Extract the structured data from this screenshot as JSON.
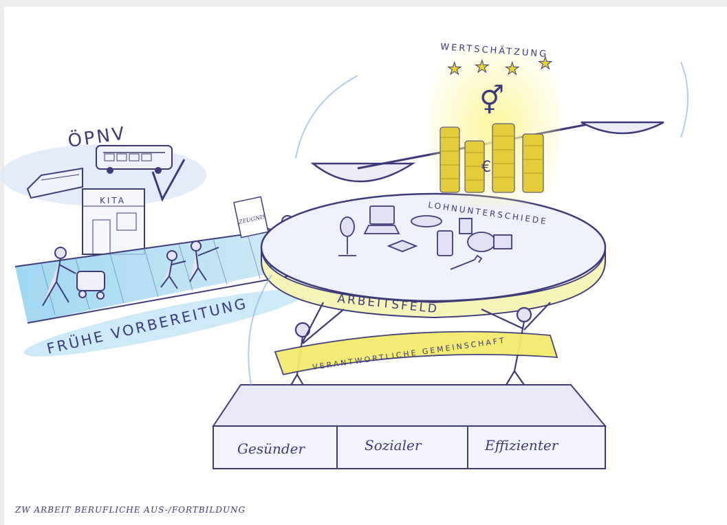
{
  "labels": {
    "oepnv": "ÖPNV",
    "kita": "KITA",
    "wertschaetzung": "WERTSCHÄTZUNG",
    "lohnunterschiede": "LOHNUNTERSCHIEDE",
    "arbeitsfeld": "ARBEITSFELD",
    "gemeinschaft": "VERANTWORTLICHE GEMEINSCHAFT",
    "fruehe_vorbereitung": "FRÜHE VORBEREITUNG",
    "zeugnis": "ZEUGNIS",
    "bottom_caption": "ZW ARBEIT BERUFLICHE AUS-/FORTBILDUNG"
  },
  "pedestal": [
    "Gesünder",
    "Sozialer",
    "Effizienter"
  ],
  "colors": {
    "ink": "#3c3a78",
    "paper": "#ffffff",
    "blue_wash": "#9fc3ea",
    "yellow_highlight": "#f2e65a",
    "gold_coin": "#d9c12e",
    "lavender": "#c9c9ea"
  },
  "icons": [
    "bus-icon",
    "star-icon",
    "gender-symbol-icon",
    "euro-icon",
    "checkmark-icon",
    "laptop-icon",
    "chair-icon",
    "graduation-cap-icon",
    "wrench-icon",
    "tablet-icon"
  ]
}
